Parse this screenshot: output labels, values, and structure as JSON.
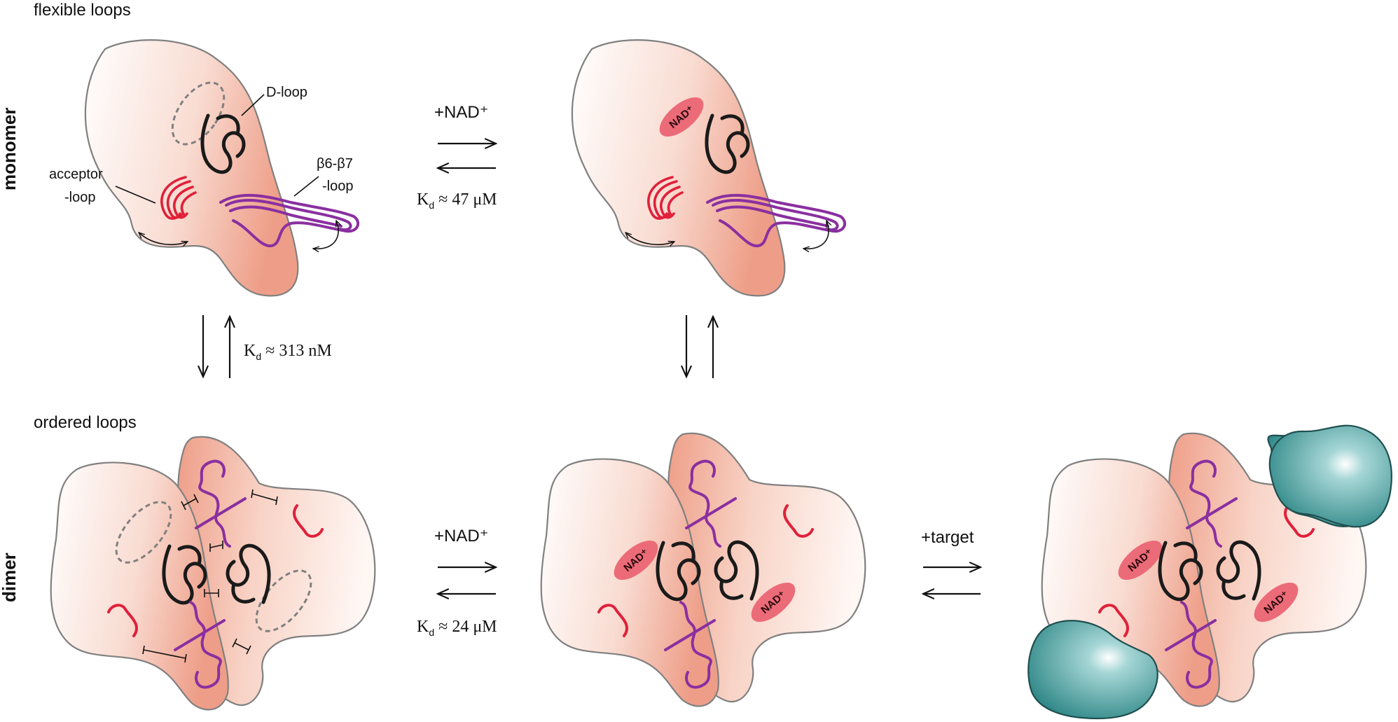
{
  "rows": {
    "monomer": "monomer",
    "dimer": "dimer"
  },
  "headers": {
    "flexible": "flexible loops",
    "ordered": "ordered loops"
  },
  "loop_labels": {
    "d_loop": "D-loop",
    "acceptor_line1": "acceptor",
    "acceptor_line2": "-loop",
    "beta_line1": "β6-β7",
    "beta_line2": "-loop"
  },
  "reactions": {
    "nad_top": "+NAD⁺",
    "kd_top_prefix": "K",
    "kd_top_sub": "d",
    "kd_top_value": "≈ 47 μM",
    "kd_left_prefix": "K",
    "kd_left_sub": "d",
    "kd_left_value": "≈ 313 nM",
    "nad_bottom": "+NAD⁺",
    "kd_bottom_prefix": "K",
    "kd_bottom_sub": "d",
    "kd_bottom_value": "≈ 24 μM",
    "target": "+target"
  },
  "nad_label": "NAD⁺",
  "colors": {
    "protein_fill": "#f2b9a6",
    "protein_outline": "#808080",
    "acceptor_loop": "#e0203a",
    "beta_loop": "#8a2fa0",
    "d_loop": "#1a1a1a",
    "nad_fill": "#ec6b78",
    "target_fill": "#3f9c9c"
  }
}
